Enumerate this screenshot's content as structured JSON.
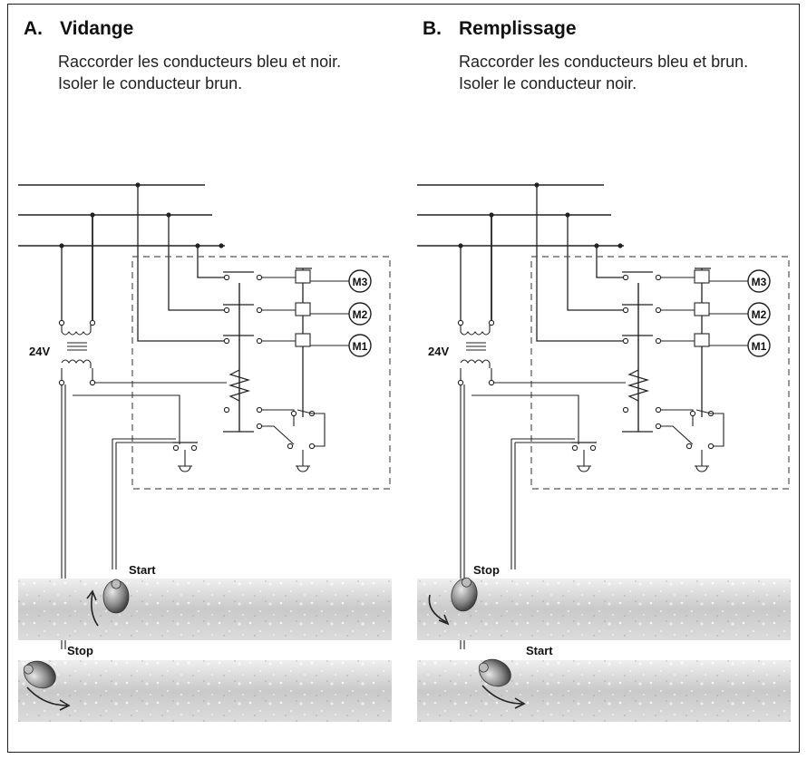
{
  "panels": [
    {
      "letter": "A.",
      "title": "Vidange",
      "lines": [
        "Raccorder les conducteurs bleu et noir.",
        "Isoler le conducteur brun."
      ],
      "voltage": "24V",
      "motors": [
        "M3",
        "M2",
        "M1"
      ],
      "upper_float_label": "Start",
      "lower_float_label": "Stop"
    },
    {
      "letter": "B.",
      "title": "Remplissage",
      "lines": [
        "Raccorder les conducteurs bleu et brun.",
        "Isoler le conducteur noir."
      ],
      "voltage": "24V",
      "motors": [
        "M3",
        "M2",
        "M1"
      ],
      "upper_float_label": "Stop",
      "lower_float_label": "Start"
    }
  ],
  "colors": {
    "line": "#222222",
    "dash": "#555555",
    "water_light": "#e6e6e6",
    "water_dark": "#b8b8b8",
    "float": "#7a7a7a"
  }
}
